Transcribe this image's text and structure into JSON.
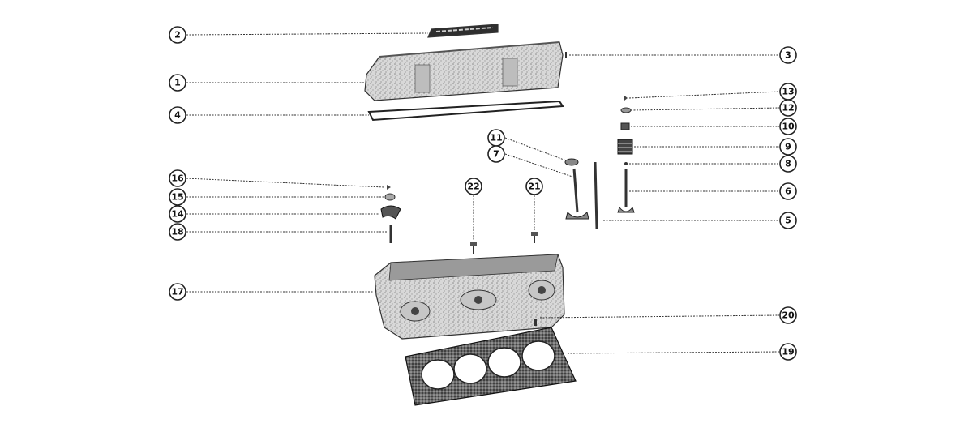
{
  "diagram": {
    "callouts": [
      {
        "id": "c2",
        "label": "2"
      },
      {
        "id": "c1",
        "label": "1"
      },
      {
        "id": "c4",
        "label": "4"
      },
      {
        "id": "c3",
        "label": "3"
      },
      {
        "id": "c13",
        "label": "13"
      },
      {
        "id": "c12",
        "label": "12"
      },
      {
        "id": "c10",
        "label": "10"
      },
      {
        "id": "c9",
        "label": "9"
      },
      {
        "id": "c8",
        "label": "8"
      },
      {
        "id": "c6",
        "label": "6"
      },
      {
        "id": "c5",
        "label": "5"
      },
      {
        "id": "c11",
        "label": "11"
      },
      {
        "id": "c7",
        "label": "7"
      },
      {
        "id": "c22",
        "label": "22"
      },
      {
        "id": "c21",
        "label": "21"
      },
      {
        "id": "c16",
        "label": "16"
      },
      {
        "id": "c15",
        "label": "15"
      },
      {
        "id": "c14",
        "label": "14"
      },
      {
        "id": "c18",
        "label": "18"
      },
      {
        "id": "c17",
        "label": "17"
      },
      {
        "id": "c20",
        "label": "20"
      },
      {
        "id": "c19",
        "label": "19"
      }
    ],
    "colors": {
      "background": "#ffffff",
      "line": "#333333",
      "part_fill": "#d9d9d9",
      "part_dark": "#555555"
    }
  }
}
